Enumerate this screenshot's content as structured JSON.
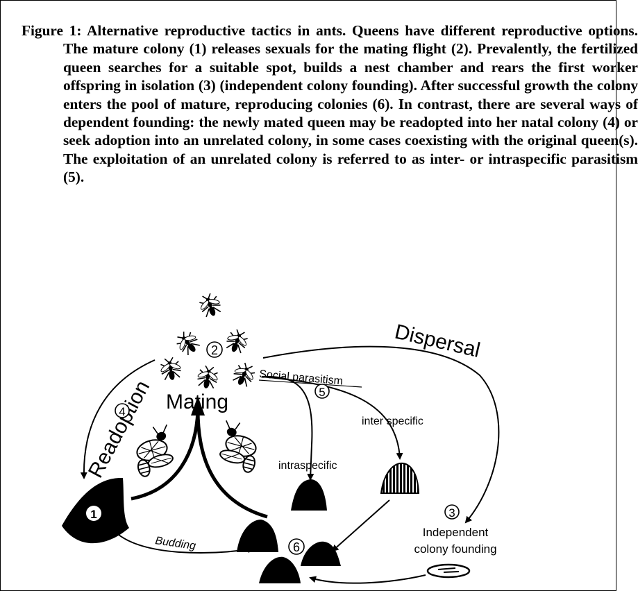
{
  "caption": "Figure 1: Alternative reproductive tactics in ants. Queens have different reproductive options. The mature colony (1) releases sexuals for the mating flight (2). Prevalently, the fertilized queen searches for a suitable spot, builds a nest chamber and rears the first worker offspring in isolation (3) (independent colony founding). After successful growth the colony enters the pool of mature, reproducing colonies (6). In contrast, there are several ways of dependent founding: the newly mated queen may be readopted into her natal colony (4) or seek adoption into an unrelated colony, in some cases coexisting with the original queen(s). The exploitation of an unrelated colony is referred to as inter- or intraspecific parasitism (5).",
  "diagram": {
    "mating": "Mating",
    "readoption": "Readoption",
    "dispersal": "Dispersal",
    "social_parasitism": "Social parasitism",
    "interspecific": "inter specific",
    "intraspecific": "intraspecific",
    "budding": "Budding",
    "independent_line1": "Independent",
    "independent_line2": "colony founding",
    "markers": {
      "n1": "1",
      "n2": "2",
      "n3": "3",
      "n4": "4",
      "n5": "5",
      "n6": "6"
    }
  }
}
